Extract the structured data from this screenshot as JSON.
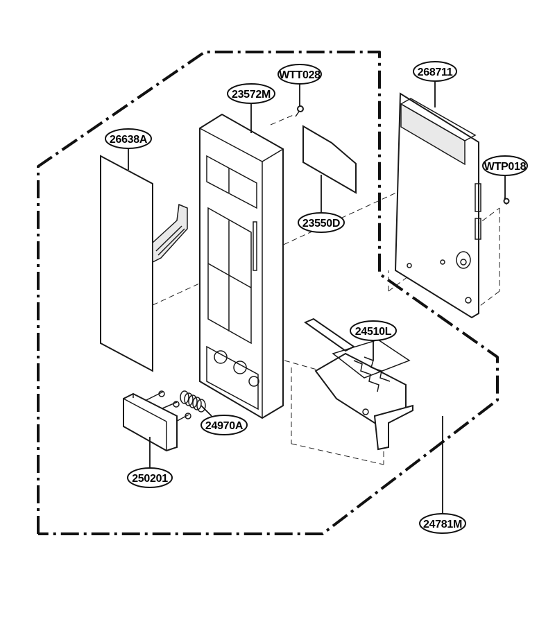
{
  "callouts": [
    {
      "id": "26638A",
      "label": "26638A"
    },
    {
      "id": "23572M",
      "label": "23572M"
    },
    {
      "id": "WTT028",
      "label": "WTT028"
    },
    {
      "id": "23550D",
      "label": "23550D"
    },
    {
      "id": "268711",
      "label": "268711"
    },
    {
      "id": "WTP018",
      "label": "WTP018"
    },
    {
      "id": "24510L",
      "label": "24510L"
    },
    {
      "id": "24970A",
      "label": "24970A"
    },
    {
      "id": "250201",
      "label": "250201"
    },
    {
      "id": "24781M",
      "label": "24781M"
    }
  ]
}
